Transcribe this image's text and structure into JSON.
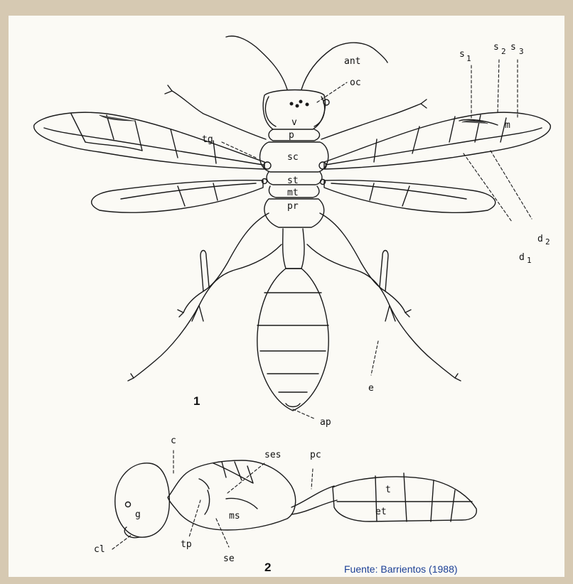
{
  "figure1": {
    "number": "1",
    "labels": {
      "ant": "ant",
      "oc": "oc",
      "v": "v",
      "p": "p",
      "sc": "sc",
      "st": "st",
      "mt": "mt",
      "pr": "pr",
      "tg": "tg",
      "s1": "s",
      "s1_sub": "1",
      "s2": "s",
      "s2_sub": "2",
      "s3": "s",
      "s3_sub": "3",
      "m": "m",
      "d1": "d",
      "d1_sub": "1",
      "d2": "d",
      "d2_sub": "2",
      "e": "e",
      "ap": "ap"
    }
  },
  "figure2": {
    "number": "2",
    "labels": {
      "c": "c",
      "ses": "ses",
      "pc": "pc",
      "g": "g",
      "ms": "ms",
      "t": "t",
      "et": "et",
      "cl": "cl",
      "tp": "tp",
      "se": "se"
    }
  },
  "source": "Fuente:  Barrientos (1988)",
  "colors": {
    "background": "#d6c9b2",
    "paper": "#fbfaf5",
    "ink": "#1a1a1a",
    "source_text": "#1b3f95"
  }
}
